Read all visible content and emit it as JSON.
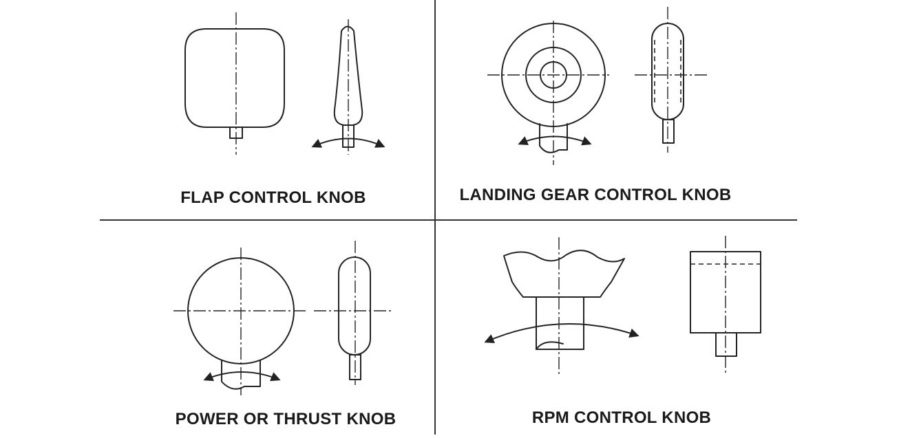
{
  "figure": {
    "panels": [
      {
        "id": "flap",
        "caption": "FLAP CONTROL KNOB"
      },
      {
        "id": "landing-gear",
        "caption": "LANDING GEAR CONTROL KNOB"
      },
      {
        "id": "power",
        "caption": "POWER OR THRUST KNOB"
      },
      {
        "id": "rpm",
        "caption": "RPM CONTROL KNOB"
      }
    ],
    "line_color": "#222222",
    "background": "#ffffff"
  }
}
